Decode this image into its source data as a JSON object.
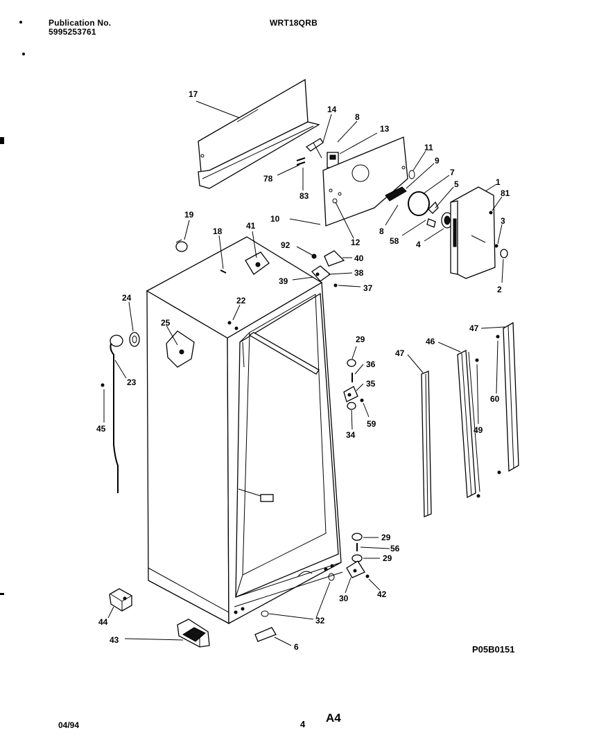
{
  "header": {
    "publication_label": "Publication No.",
    "publication_number": "5995253761",
    "model": "WRT18QRB"
  },
  "footer": {
    "date": "04/94",
    "page_number": "4",
    "sheet": "A4"
  },
  "diagram_code": "P05B0151",
  "callouts": {
    "c17": "17",
    "c14": "14",
    "c8a": "8",
    "c13": "13",
    "c11": "11",
    "c9": "9",
    "c7": "7",
    "c5": "5",
    "c1": "1",
    "c81": "81",
    "c78": "78",
    "c83": "83",
    "c10": "10",
    "c12": "12",
    "c8b": "8",
    "c58": "58",
    "c4": "4",
    "c3": "3",
    "c2": "2",
    "c19": "19",
    "c18": "18",
    "c41": "41",
    "c92": "92",
    "c40": "40",
    "c38": "38",
    "c39": "39",
    "c37": "37",
    "c24": "24",
    "c22": "22",
    "c25": "25",
    "c23": "23",
    "c45": "45",
    "c29a": "29",
    "c36": "36",
    "c35": "35",
    "c59": "59",
    "c34": "34",
    "c47a": "47",
    "c47b": "47",
    "c46": "46",
    "c60": "60",
    "c49": "49",
    "c29b": "29",
    "c56": "56",
    "c29c": "29",
    "c42": "42",
    "c30": "30",
    "c32": "32",
    "c44": "44",
    "c43": "43",
    "c6": "6"
  }
}
